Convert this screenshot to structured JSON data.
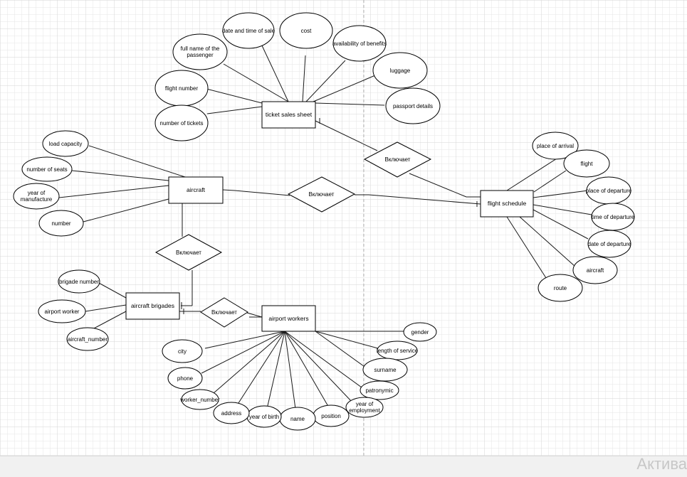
{
  "entities": {
    "ticket_sales_sheet": "ticket sales sheet",
    "aircraft": "aircraft",
    "flight_schedule": "flight schedule",
    "aircraft_brigades": "aircraft brigades",
    "airport_workers": "airport workers"
  },
  "relationships": {
    "rel_ticket_schedule": "Включает",
    "rel_aircraft_schedule": "Включает",
    "rel_aircraft_brigades": "Включает",
    "rel_brigades_workers": "Включает"
  },
  "attributes": {
    "full_name_l1": "full name of the",
    "full_name_l2": "passenger",
    "date_time_sale": "date and time of sale",
    "cost": "cost",
    "benefits": "availability of benefits",
    "luggage": "luggage",
    "flight_number": "flight number",
    "passport": "passport details",
    "num_tickets": "number of tickets",
    "load_capacity": "load capacity",
    "num_seats": "number of seats",
    "year_manuf_l1": "year of",
    "year_manuf_l2": "manufacture",
    "ac_number": "number",
    "place_arrival": "place of arrival",
    "flight": "flight",
    "place_departure": "place of departure",
    "time_departure": "time of departure",
    "date_departure": "date of departure",
    "fs_aircraft": "aircraft",
    "route": "route",
    "brigade_number": "brigade number",
    "airport_worker": "airport worker",
    "aircraft_number": "aircraft_number",
    "gender": "gender",
    "length_service": "length of service",
    "surname": "surname",
    "patronymic": "patronymic",
    "year_emp_l1": "year of",
    "year_emp_l2": "employment",
    "position": "position",
    "name": "name",
    "year_birth": "year of birth",
    "address": "address",
    "worker_number": "worker_number",
    "phone": "phone",
    "city": "city"
  },
  "watermark": "Актива"
}
